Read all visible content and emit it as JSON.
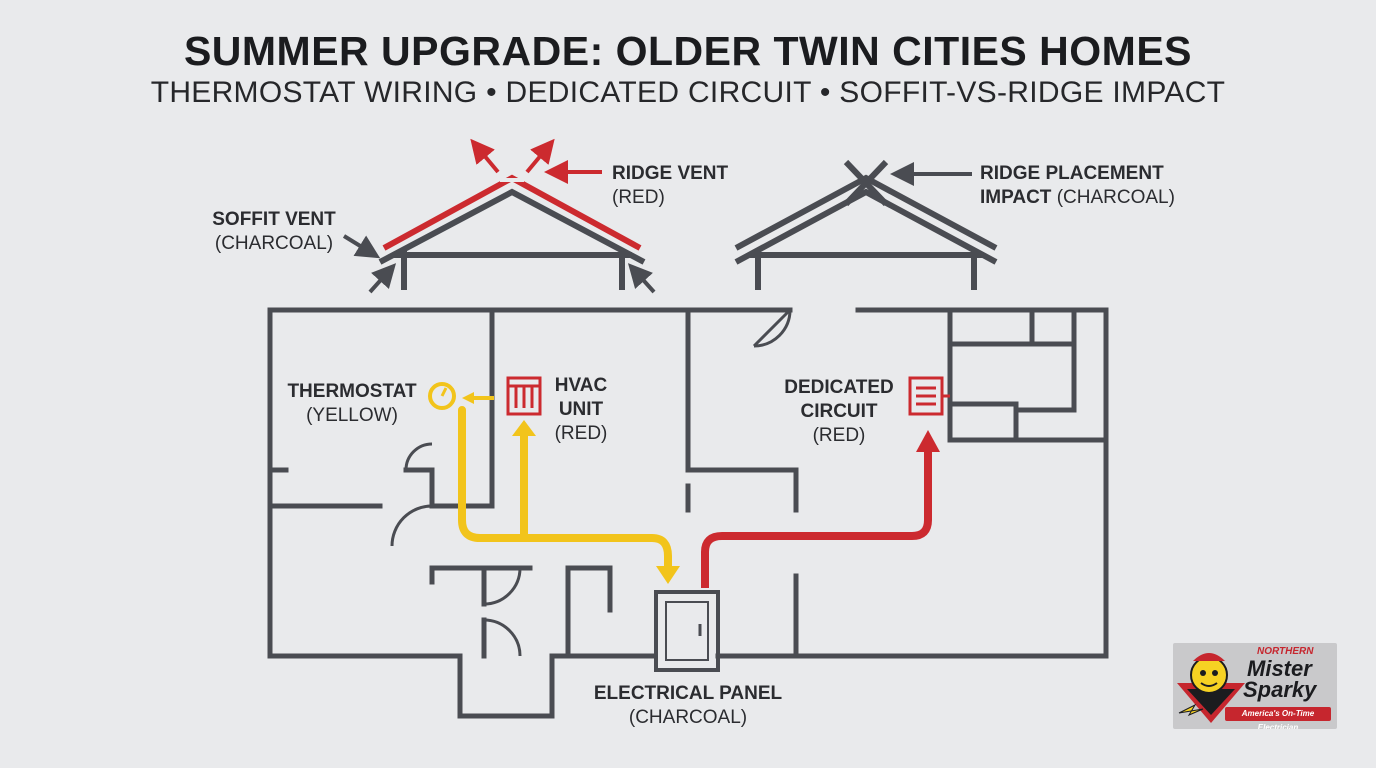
{
  "header": {
    "title": "SUMMER UPGRADE: OLDER TWIN CITIES HOMES",
    "subtitle": "THERMOSTAT WIRING • DEDICATED CIRCUIT • SOFFIT-VS-RIDGE IMPACT"
  },
  "labels": {
    "ridge_vent": {
      "name": "RIDGE VENT",
      "color": "(RED)"
    },
    "soffit_vent": {
      "name": "SOFFIT VENT",
      "color": "(CHARCOAL)"
    },
    "ridge_placement": {
      "name_line1": "RIDGE PLACEMENT",
      "name_line2": "IMPACT",
      "color": "(CHARCOAL)"
    },
    "thermostat": {
      "name": "THERMOSTAT",
      "color": "(YELLOW)"
    },
    "hvac_unit": {
      "name_line1": "HVAC",
      "name_line2": "UNIT",
      "color": "(RED)"
    },
    "dedicated_circuit": {
      "name_line1": "DEDICATED",
      "name_line2": "CIRCUIT",
      "color": "(RED)"
    },
    "electrical_panel": {
      "name": "ELECTRICAL PANEL",
      "color": "(CHARCOAL)"
    }
  },
  "logo": {
    "northern": "NORTHERN",
    "brand_line1": "Mister",
    "brand_line2": "Sparky",
    "tagline": "America's On-Time Electrician"
  },
  "colors": {
    "charcoal": "#4a4c52",
    "red": "#cc2a2f",
    "yellow": "#f2c41b",
    "background": "#e9eaec"
  }
}
